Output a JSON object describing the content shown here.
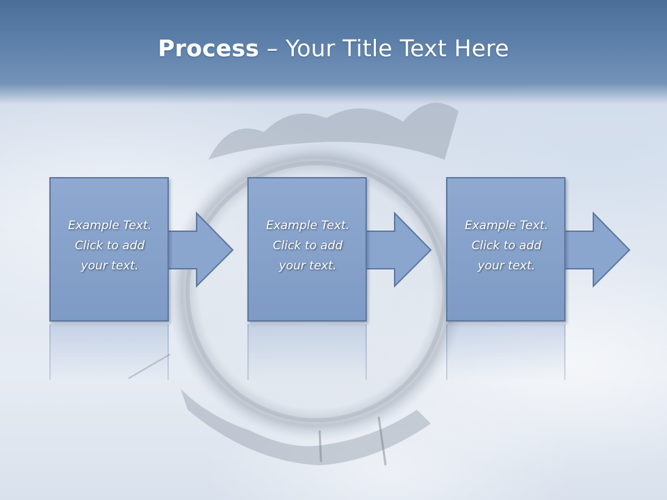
{
  "slide": {
    "title_strong": "Process",
    "title_rest": " – Your Title Text Here"
  },
  "steps": [
    {
      "text": "Example Text.\nClick  to add\nyour text."
    },
    {
      "text": "Example Text.\nClick  to add\nyour text."
    },
    {
      "text": "Example Text.\nClick  to add\nyour text."
    }
  ],
  "colors": {
    "title_band": "#5f82ac",
    "box_fill": "#8aa5ce",
    "box_border": "#5e78a0"
  }
}
